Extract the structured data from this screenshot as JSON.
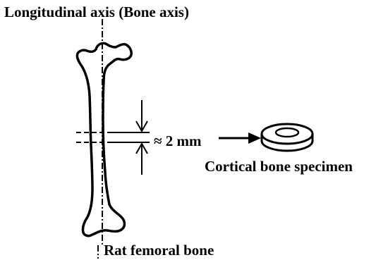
{
  "labels": {
    "axis": "Longitudinal axis (Bone axis)",
    "gap": "≈ 2 mm",
    "specimen": "Cortical bone specimen",
    "bone": "Rat femoral bone"
  },
  "colors": {
    "ink": "#000000",
    "background": "#ffffff"
  }
}
